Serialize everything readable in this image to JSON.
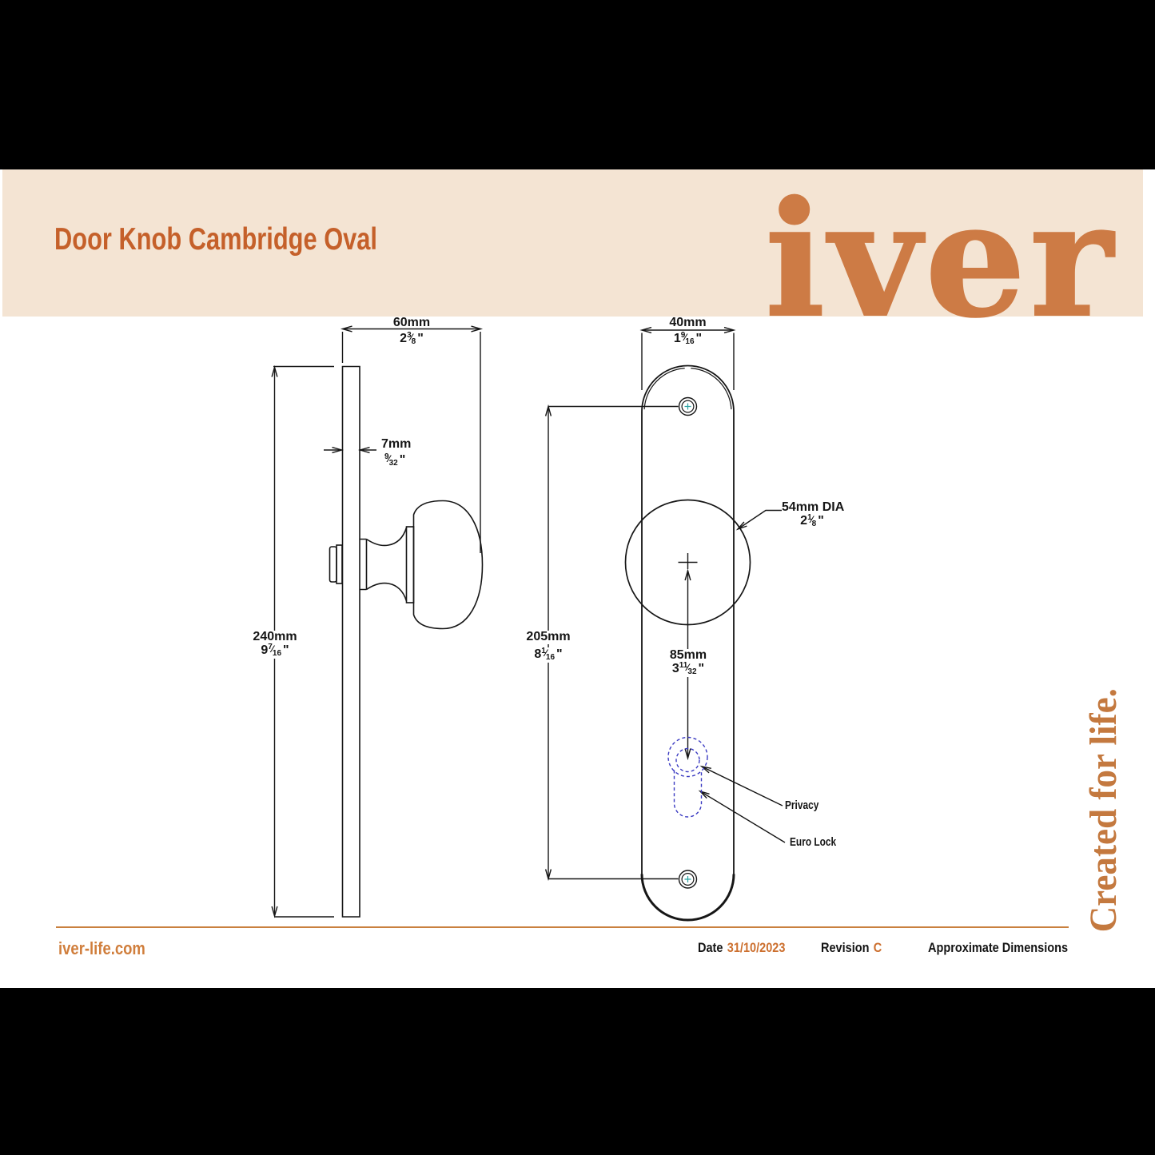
{
  "colors": {
    "cream": "#f4e4d3",
    "title_orange": "#c5602a",
    "logo_orange": "#cd7b45",
    "tag_orange": "#c4793f",
    "rule_orange": "#c9803e",
    "web_orange": "#d07e3c",
    "val_orange": "#cc6f2e",
    "dash_blue": "#3b3bc2",
    "teal": "#2aa3a3",
    "line": "#161616"
  },
  "header": {
    "title": "Door Knob Cambridge Oval",
    "logo_text": "iver"
  },
  "tagline": "Created for life.",
  "drawing": {
    "dims": {
      "w60": {
        "mm": "60mm",
        "whole": "2",
        "num": "3",
        "den": "8"
      },
      "t7": {
        "mm": "7mm",
        "whole": "",
        "num": "9",
        "den": "32"
      },
      "h240": {
        "mm": "240mm",
        "whole": "9",
        "num": "7",
        "den": "16"
      },
      "w40": {
        "mm": "40mm",
        "whole": "1",
        "num": "9",
        "den": "16"
      },
      "h205": {
        "mm": "205mm",
        "whole": "8",
        "num": "1",
        "den": "16"
      },
      "d54": {
        "mm": "54mm DIA",
        "whole": "2",
        "num": "1",
        "den": "8"
      },
      "c85": {
        "mm": "85mm",
        "whole": "3",
        "num": "11",
        "den": "32"
      }
    },
    "callouts": {
      "privacy": "Privacy",
      "euro_lock": "Euro Lock"
    }
  },
  "symbols": {
    "frac_slash": "⁄",
    "inch": "\""
  },
  "footer": {
    "website": "iver-life.com",
    "date_label": "Date",
    "date_value": "31/10/2023",
    "revision_label": "Revision",
    "revision_value": "C",
    "note": "Approximate Dimensions"
  }
}
